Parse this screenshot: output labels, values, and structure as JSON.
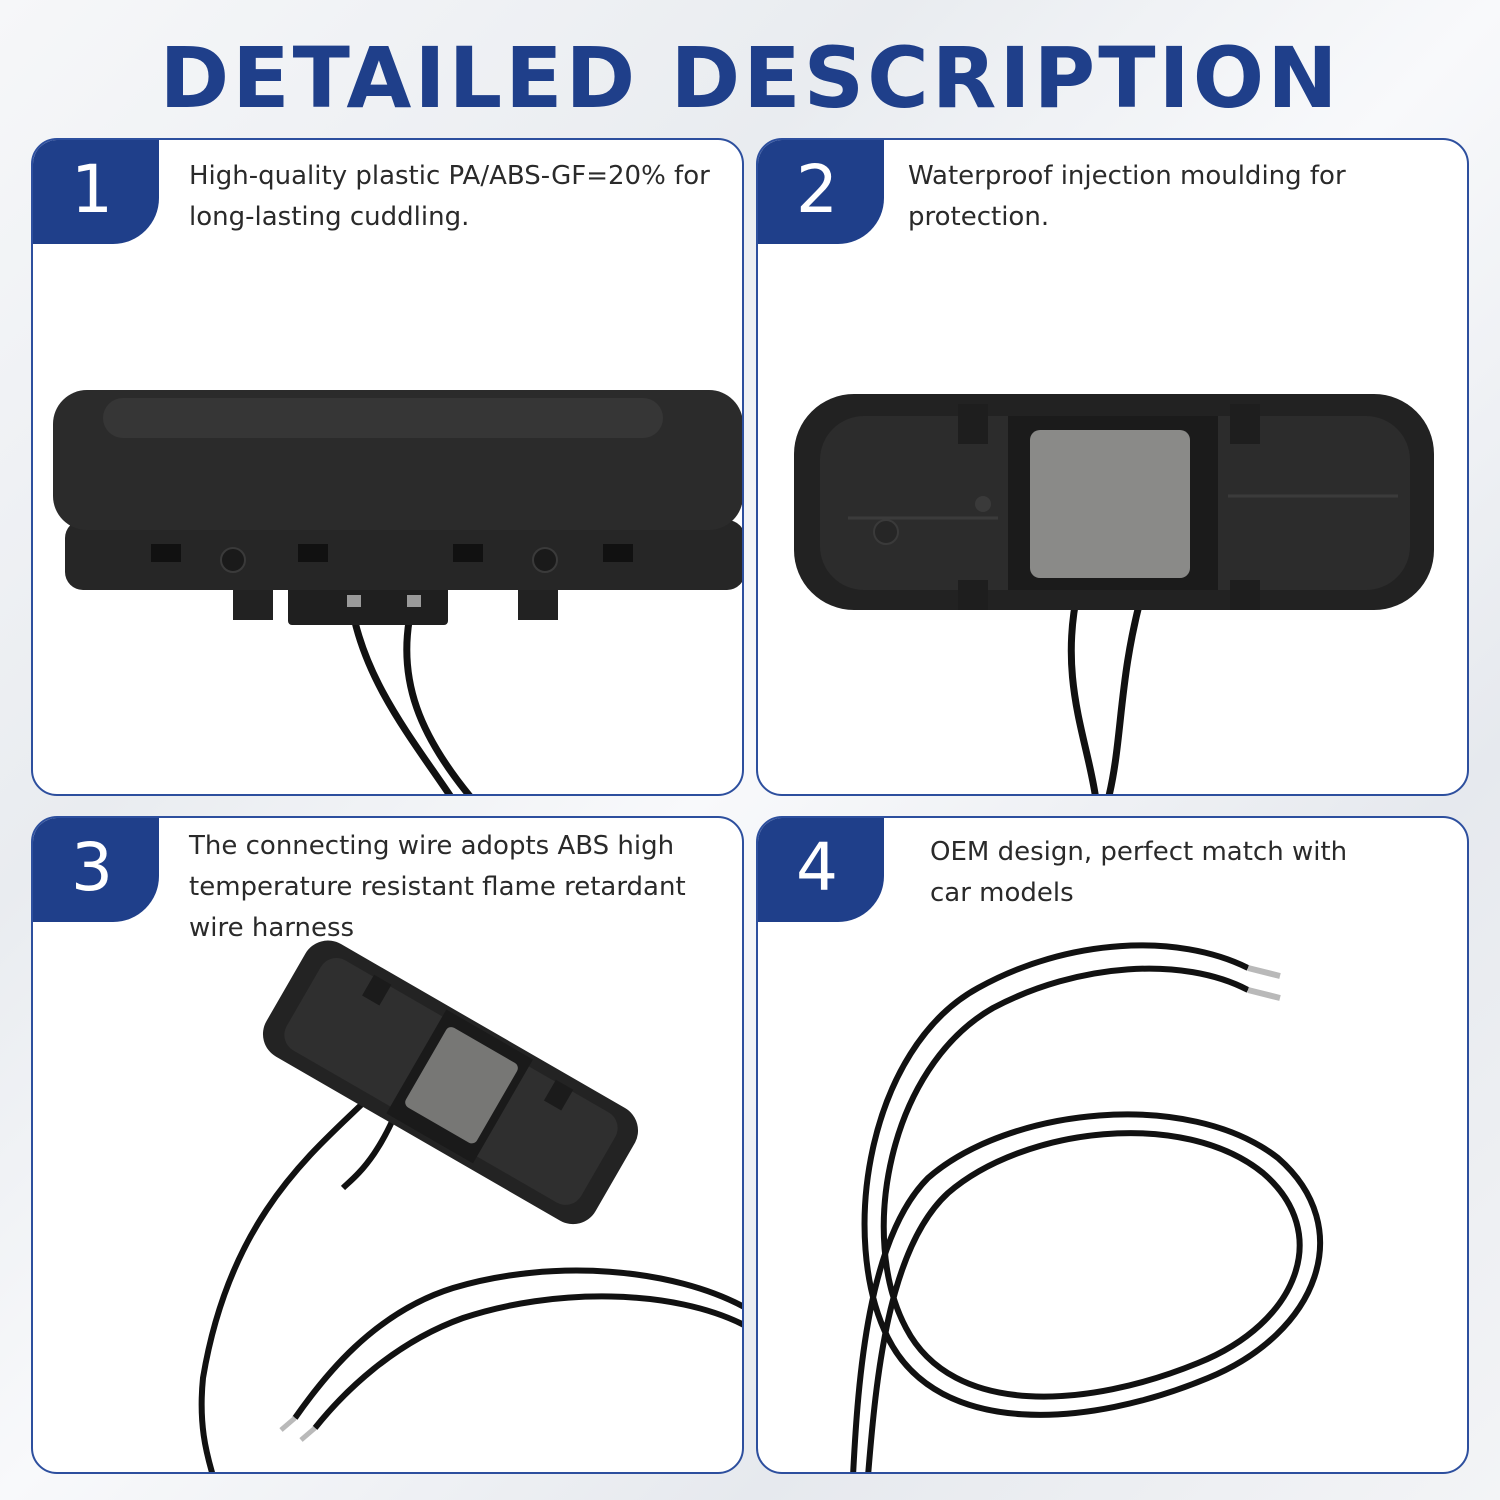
{
  "title": "DETAILED DESCRIPTION",
  "panels": [
    {
      "number": "1",
      "text": "High-quality plastic PA/ABS-GF=20% for\nlong-lasting cuddling.",
      "image": "switch-top-view"
    },
    {
      "number": "2",
      "text": "Waterproof injection moulding for\nprotection.",
      "image": "switch-bottom-view"
    },
    {
      "number": "3",
      "text": "The connecting wire adopts ABS high\ntemperature resistant flame retardant\nwire harness",
      "image": "switch-angled-view"
    },
    {
      "number": "4",
      "text": "OEM design, perfect match with\ncar models",
      "image": "wire-harness-view"
    }
  ],
  "colors": {
    "accent": "#1f3f8a",
    "border": "#2d4f9e",
    "product": "#1c1c1c"
  }
}
